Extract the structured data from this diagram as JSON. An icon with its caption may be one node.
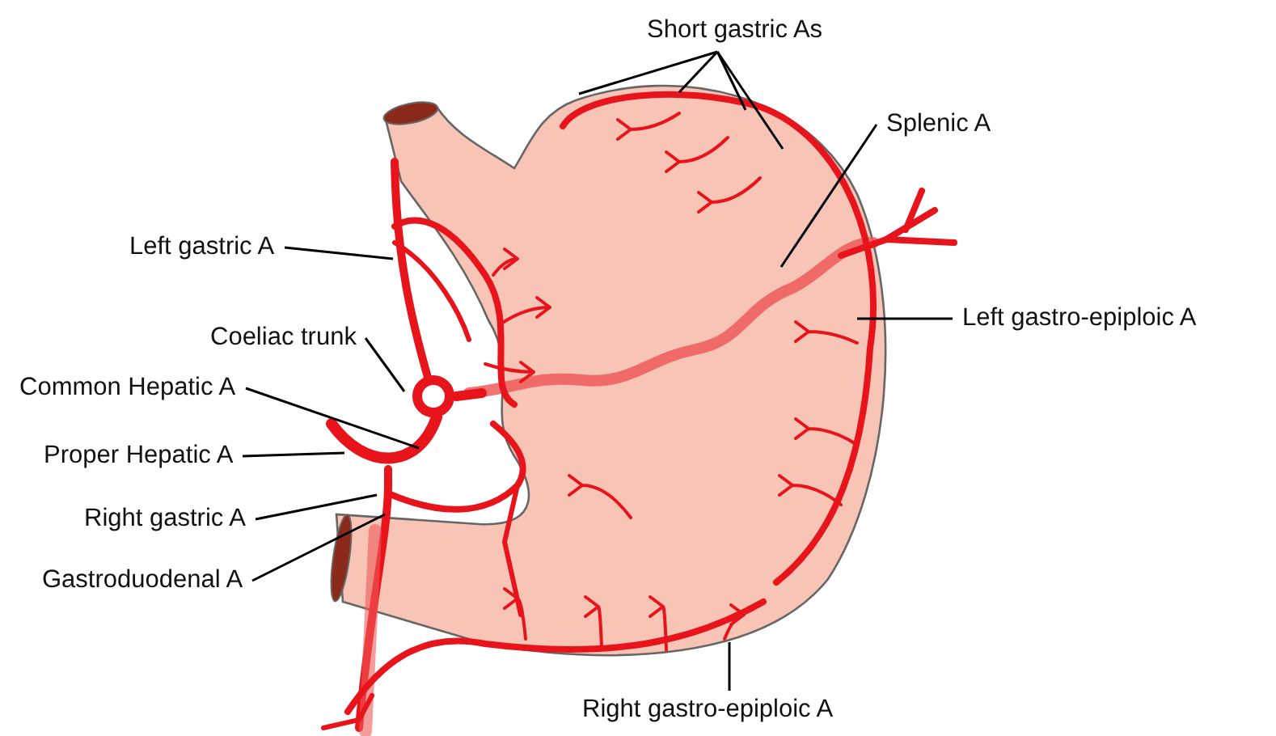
{
  "diagram": {
    "nodes": [
      {
        "text": [
          "Short gastric As"
        ]
      },
      {
        "text": [
          "Splenic A"
        ]
      },
      {
        "text": [
          "Left gastric A"
        ]
      },
      {
        "text": [
          "Left gastro-epiploic A"
        ]
      },
      {
        "text": [
          "Coeliac trunk"
        ]
      },
      {
        "text": [
          "Common Hepatic A"
        ]
      },
      {
        "text": [
          "Proper Hepatic A"
        ]
      },
      {
        "text": [
          "Right gastric A"
        ]
      },
      {
        "text": [
          "Gastroduodenal A"
        ]
      },
      {
        "text": [
          "Right gastro-epiploic A"
        ]
      }
    ],
    "edges": [
      {
        "from": 0,
        "to": null,
        "arrow": "none"
      },
      {
        "from": 0,
        "to": null,
        "arrow": "none"
      },
      {
        "from": 0,
        "to": null,
        "arrow": "none"
      },
      {
        "from": 0,
        "to": null,
        "arrow": "none"
      },
      {
        "from": 1,
        "to": null,
        "arrow": "none"
      },
      {
        "from": 2,
        "to": null,
        "arrow": "none"
      },
      {
        "from": 3,
        "to": null,
        "arrow": "none"
      },
      {
        "from": 4,
        "to": null,
        "arrow": "none"
      },
      {
        "from": 5,
        "to": null,
        "arrow": "none"
      },
      {
        "from": 6,
        "to": null,
        "arrow": "none"
      },
      {
        "from": 7,
        "to": null,
        "arrow": "none"
      },
      {
        "from": 8,
        "to": null,
        "arrow": "none"
      },
      {
        "from": 9,
        "to": null,
        "arrow": "none"
      }
    ]
  }
}
